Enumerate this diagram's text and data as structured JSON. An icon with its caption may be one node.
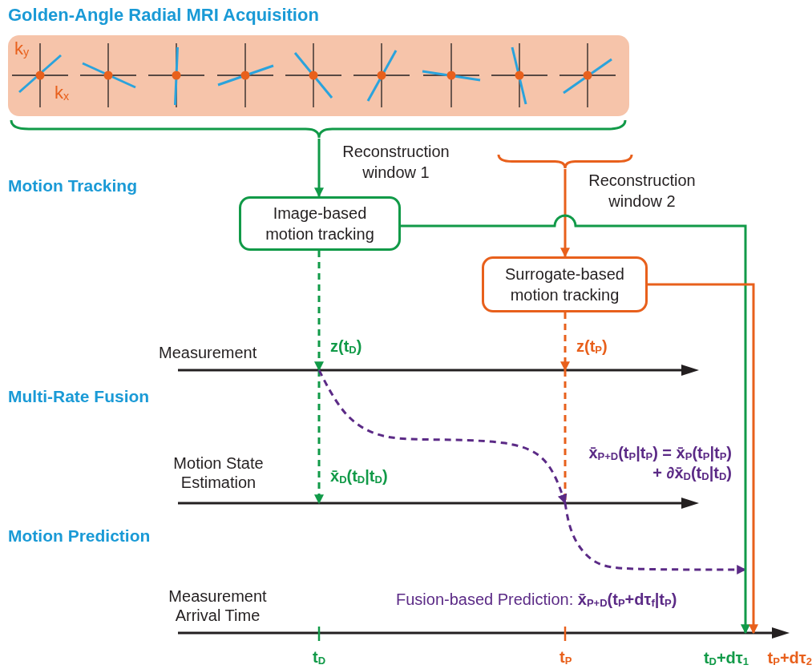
{
  "diagram": {
    "title": "Golden-Angle Radial MRI Acquisition",
    "nodes": [
      {
        "text": [
          "k$_{y}$",
          "k$_{x}$"
        ]
      },
      {
        "text": [
          "Image-based motion tracking"
        ]
      },
      {
        "text": [
          "Surrogate-based motion tracking"
        ]
      },
      {
        "text": [
          "z(t$_{D}$)"
        ]
      },
      {
        "text": [
          "z(t$_{P}$)"
        ]
      },
      {
        "text": [
          "x̄$_{D}$(t$_{D}$|t$_{D}$)"
        ]
      },
      {
        "text": [
          "x̄$_{P+D}$(t$_{P}$|t$_{P}$) = x̄$_{P}$(t$_{P}$|t$_{P}$)",
          "+ ∂x̄$_{D}$(t$_{D}$|t$_{D}$)"
        ]
      },
      {
        "text": [
          "t$_{D}$+dτ$_{1}$"
        ]
      },
      {
        "text": [
          "t$_{P}$+dτ$_{2}$"
        ]
      }
    ],
    "edges": [
      {
        "from": 0,
        "to": 1,
        "arrow": "to",
        "label": "Reconstruction window 1",
        "color": "#119a48"
      },
      {
        "from": 0,
        "to": 2,
        "arrow": "to",
        "label": "Reconstruction window 2",
        "color": "#e8601c"
      },
      {
        "from": 1,
        "to": 3,
        "arrow": "to",
        "style": "dashed",
        "color": "#119a48"
      },
      {
        "from": 3,
        "to": 5,
        "arrow": "to",
        "style": "dashed",
        "color": "#119a48"
      },
      {
        "from": 2,
        "to": 4,
        "arrow": "to",
        "style": "dashed",
        "color": "#e8601c"
      },
      {
        "from": 4,
        "to": 6,
        "arrow": "none",
        "style": "dashed",
        "color": "#e8601c"
      },
      {
        "from": 3,
        "to": 6,
        "arrow": "to",
        "style": "dashed",
        "color": "#5b2a86"
      },
      {
        "from": 6,
        "to": null,
        "arrow": "to",
        "style": "dashed",
        "color": "#5b2a86"
      },
      {
        "from": 1,
        "to": 7,
        "arrow": "to",
        "color": "#119a48"
      },
      {
        "from": 2,
        "to": 8,
        "arrow": "to",
        "color": "#e8601c"
      }
    ],
    "labels": [
      "Motion Tracking",
      "Measurement",
      "Multi-Rate Fusion",
      "Motion State Estimation",
      "Motion Prediction",
      "Measurement Arrival Time",
      "Fusion-based Prediction: **x̄$_{P+D}$(t$_{P}$+dτ$_{f}$|t$_{P}$)**",
      "t$_{D}$",
      "t$_{P}$"
    ]
  }
}
